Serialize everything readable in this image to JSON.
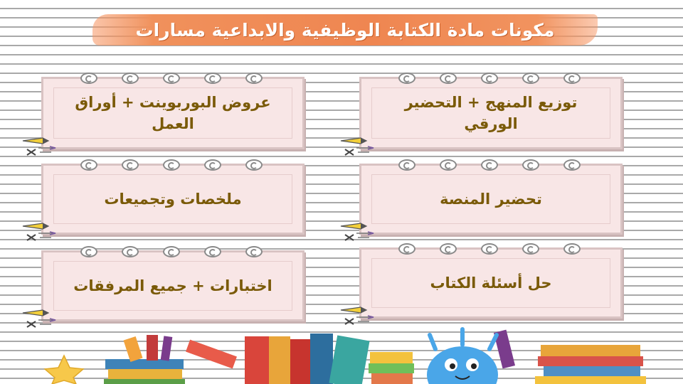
{
  "title": "مكونات مادة الكتابة الوظيفية والابداعية مسارات",
  "cards": [
    {
      "text": "توزيع المنهج + التحضير الورقي"
    },
    {
      "text": "عروض البوربوينت + أوراق العمل"
    },
    {
      "text": "تحضير المنصة"
    },
    {
      "text": "ملخصات وتجميعات"
    },
    {
      "text": "حل أسئلة الكتاب"
    },
    {
      "text": "اختبارات + جميع المرفقات"
    }
  ],
  "colors": {
    "banner": "#ef8651",
    "card_bg": "#f8e6e6",
    "card_text": "#7a5a08"
  },
  "icons": [
    "spiral-ring-icon",
    "pencil-icon",
    "books-icon",
    "star-icon",
    "mascot-icon"
  ]
}
